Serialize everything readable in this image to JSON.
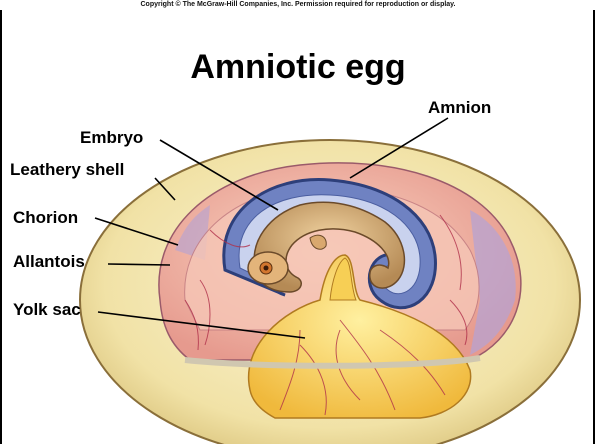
{
  "copyright": "Copyright © The McGraw-Hill Companies, Inc. Permission required for reproduction or display.",
  "title": "Amniotic egg",
  "labels": {
    "amnion": "Amnion",
    "embryo": "Embryo",
    "leathery_shell": "Leathery shell",
    "chorion": "Chorion",
    "allantois": "Allantois",
    "yolk_sac": "Yolk sac"
  },
  "colors": {
    "shell": "#f4e9b8",
    "chorion": "#f2b8a8",
    "amnion": "#5a6fb0",
    "embryo": "#c9a06a",
    "yolk": "#f7cf55",
    "veins": "#b0304a"
  }
}
